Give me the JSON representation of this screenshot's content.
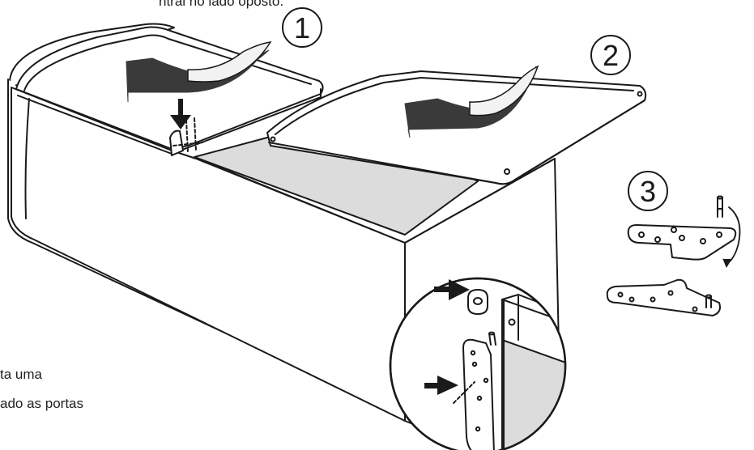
{
  "captions": {
    "top": "ntral no lado oposto.",
    "left_line1": "ta uma",
    "left_line2": "ado as portas"
  },
  "steps": {
    "step1": "1",
    "step2": "2",
    "step3": "3"
  },
  "colors": {
    "line": "#1a1a1a",
    "interior": "#dcdcdc",
    "arrow": "#3a3a3a",
    "arrow_light": "#f2f2f2"
  },
  "icons": {
    "press_arrow": "down-arrow-icon",
    "pointer_arrow": "right-arrow-icon",
    "rotate_arrow": "curved-arrow-icon"
  }
}
